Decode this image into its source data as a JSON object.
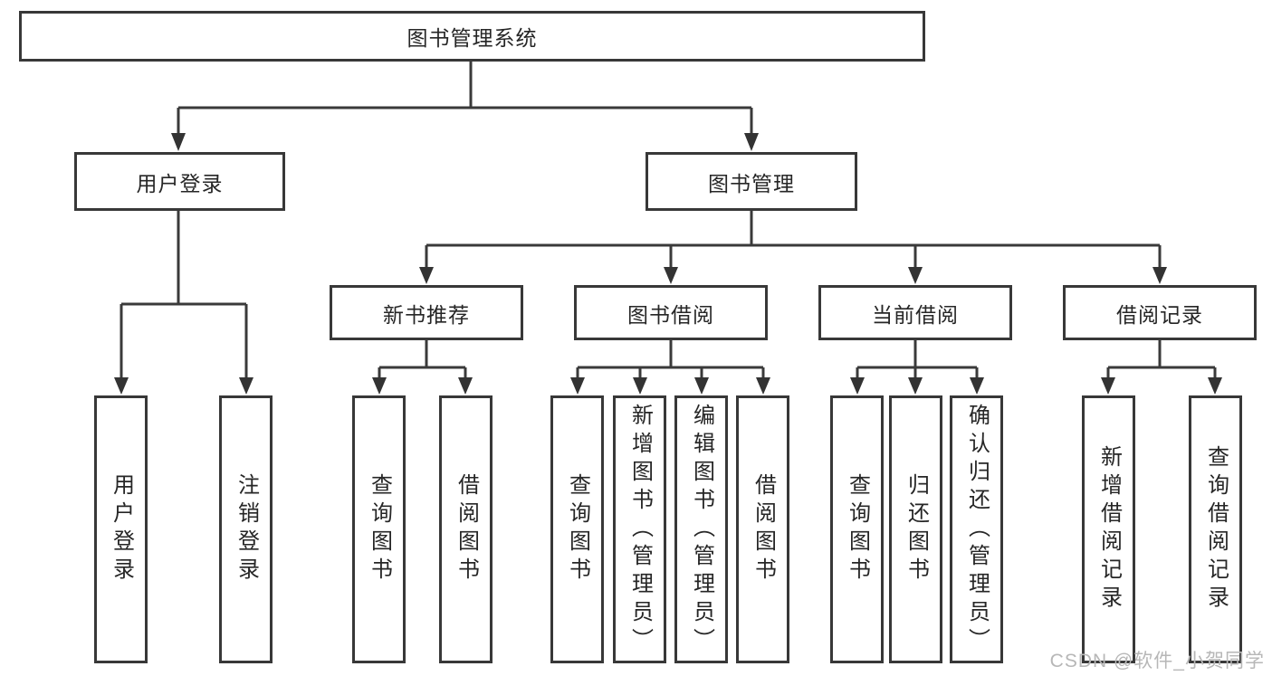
{
  "tree": {
    "root": "图书管理系统",
    "branches": [
      {
        "label": "用户登录",
        "children": [
          "用户登录",
          "注销登录"
        ]
      },
      {
        "label": "图书管理",
        "sections": [
          {
            "label": "新书推荐",
            "children": [
              "查询图书",
              "借阅图书"
            ]
          },
          {
            "label": "图书借阅",
            "children": [
              "查询图书",
              "新增图书（管理员）",
              "编辑图书（管理员）",
              "借阅图书"
            ]
          },
          {
            "label": "当前借阅",
            "children": [
              "查询图书",
              "归还图书",
              "确认归还（管理员）"
            ]
          },
          {
            "label": "借阅记录",
            "children": [
              "新增借阅记录",
              "查询借阅记录"
            ]
          }
        ]
      }
    ]
  },
  "watermark": {
    "text": "CSDN @软件_小贺同学",
    "color": "#b7b7b7"
  },
  "colors": {
    "line": "#3a3a3a",
    "box_border": "#383838",
    "text": "#262626",
    "background": "#ffffff"
  }
}
